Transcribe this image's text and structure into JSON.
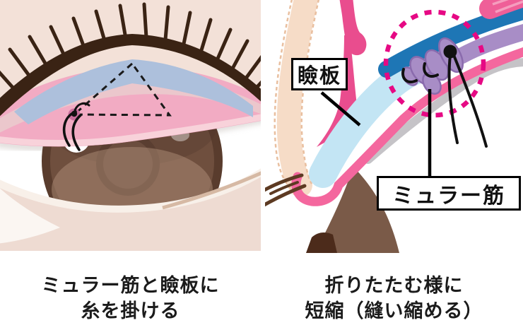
{
  "left_panel": {
    "name": "eye front view - thread placement step",
    "caption_line1": "ミュラー筋と瞼板に",
    "caption_line2": "糸を掛ける"
  },
  "right_panel": {
    "name": "eyelid cross-section - shortening step",
    "caption_line1": "折りたたむ様に",
    "caption_line2": "短縮（縫い縮める）",
    "labels": {
      "tarsal_plate": "瞼板",
      "muller_muscle": "ミュラー筋"
    }
  },
  "colors": {
    "skin": "#f3e1d8",
    "lash_brown": "#3a2314",
    "upper_lid_pink": "#f2abc3",
    "tarsal_band_blue": "#adc0dc",
    "iris_brown": "#6f4f3e",
    "cross_section_skin": "#f6dcc7",
    "orbicularis_pink": "#e94d8e",
    "tarsal_plate_lightblue": "#c3e5f4",
    "levator_aponeurosis_blue": "#1e76b5",
    "muller_muscle_purple": "#a88dc6",
    "conjunctiva_pink": "#f4679e",
    "inner_gray": "#c5c3c7",
    "highlight_circle_magenta": "#e60984",
    "suture_black": "#111111",
    "eyeball_brown": "#7a5a48"
  }
}
